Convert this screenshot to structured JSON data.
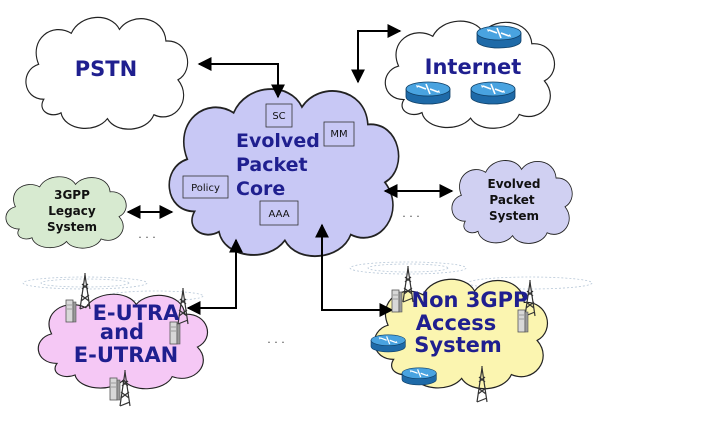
{
  "nodes": {
    "pstn": "PSTN",
    "internet": "Internet",
    "core_line1": "Evolved",
    "core_line2": "Packet",
    "core_line3": "Core",
    "legacy_line1": "3GPP",
    "legacy_line2": "Legacy",
    "legacy_line3": "System",
    "eps_line1": "Evolved",
    "eps_line2": "Packet",
    "eps_line3": "System",
    "eutra_line1": "E-UTRA",
    "eutra_line2": "and",
    "eutra_line3": "E-UTRAN",
    "non3gpp_line1": "Non 3GPP",
    "non3gpp_line2": "Access",
    "non3gpp_line3": "System"
  },
  "core_functions": {
    "sc": "SC",
    "mm": "MM",
    "policy": "Policy",
    "aaa": "AAA"
  },
  "ellipsis": {
    "left": ". . .",
    "right": ". . .",
    "bottom": ". . ."
  },
  "colors": {
    "white_cloud": "#ffffff",
    "core_cloud": "#c8c8f5",
    "legacy_cloud": "#d7ead0",
    "eps_cloud": "#d0d0f2",
    "eutra_cloud": "#f5c8f5",
    "non3gpp_cloud": "#fbf5b0",
    "label_blue": "#1f1f8f",
    "router_blue": "#2a7fc0"
  },
  "icons": [
    "router-icon",
    "antenna-tower-icon",
    "base-station-icon"
  ]
}
